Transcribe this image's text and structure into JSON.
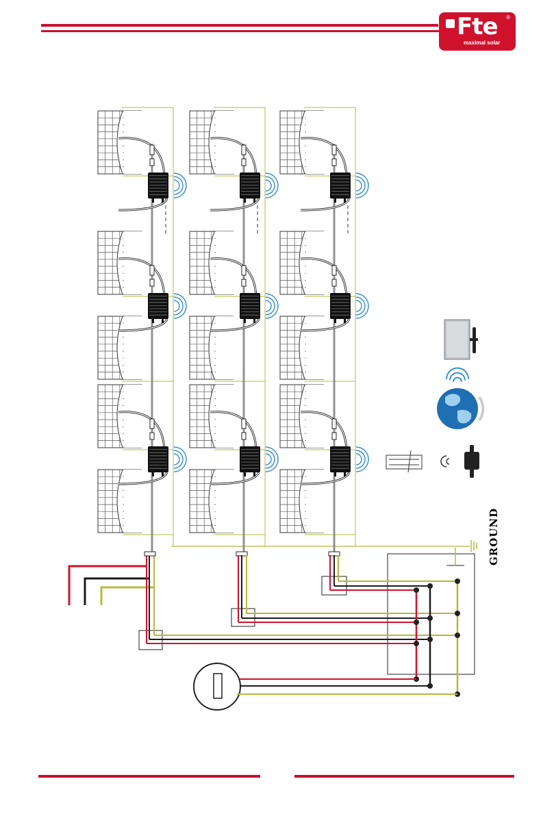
{
  "header": {
    "brand": "Fte",
    "registered_mark": "®",
    "tagline": "maximal solar"
  },
  "labels": {
    "ground": "GROUND"
  },
  "colors": {
    "brand_red": "#c8102e",
    "wire_red": "#d0112b",
    "wire_black": "#1a1a1a",
    "wire_yellow_green": "#b8b83a",
    "wifi_blue": "#3b8fd6"
  },
  "icons": [
    "solar-panel-icon",
    "microinverter-icon",
    "wireless-signal-icon",
    "router-icon",
    "globe-icon",
    "monitor-icon",
    "gateway-icon",
    "utility-meter-icon",
    "ground-symbol-icon"
  ]
}
